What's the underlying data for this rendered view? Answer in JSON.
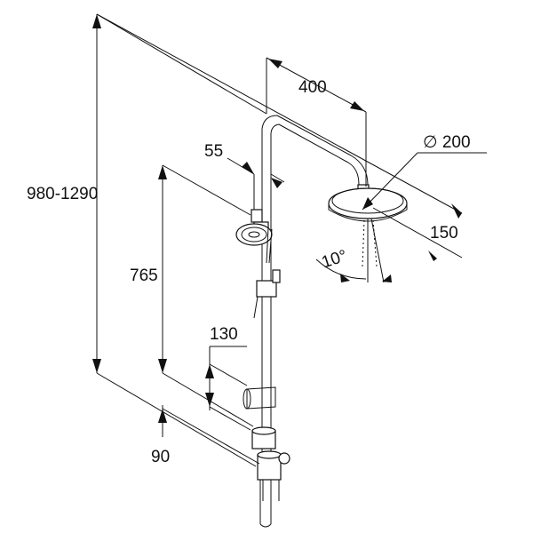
{
  "dimensions": {
    "total_height": "980-1290",
    "arm_length": "400",
    "head_diameter": "∅ 200",
    "head_height": "150",
    "bracket_offset": "55",
    "slide_length": "765",
    "wall_offset": "130",
    "lower_offset": "90",
    "tilt_angle": "10°"
  },
  "colors": {
    "line": "#111111",
    "background": "#ffffff"
  },
  "icons": [
    "rain-shower-head-icon",
    "hand-shower-icon",
    "mixer-valve-icon"
  ]
}
